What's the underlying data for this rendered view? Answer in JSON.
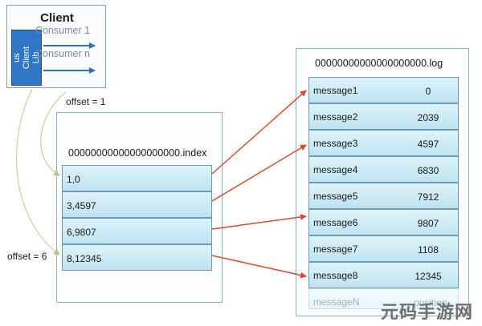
{
  "client": {
    "title": "Client",
    "lib_label": "us\nClient\nLib",
    "consumers": [
      "Consumer 1",
      "Consumer n"
    ]
  },
  "offsets": [
    "offset = 1",
    "offset = 6"
  ],
  "index_file": {
    "filename": "00000000000000000000.index",
    "entries": [
      "1,0",
      "3,4597",
      "6,9807",
      "8,12345"
    ]
  },
  "log_file": {
    "filename": "00000000000000000000.log",
    "messages": [
      {
        "name": "message1",
        "position": "0"
      },
      {
        "name": "message2",
        "position": "2039"
      },
      {
        "name": "message3",
        "position": "4597"
      },
      {
        "name": "message4",
        "position": "6830"
      },
      {
        "name": "message5",
        "position": "7912"
      },
      {
        "name": "message6",
        "position": "9807"
      },
      {
        "name": "message7",
        "position": "1108"
      },
      {
        "name": "message8",
        "position": "12345"
      },
      {
        "name": "messageN",
        "position": "position"
      }
    ]
  },
  "watermark": "元码手游网",
  "colors": {
    "pointer_arrow": "#d64a2e",
    "consumer_arrow": "#2f6fb5",
    "offset_curve": "#c7d09a",
    "lib_block": "#2f76c6"
  }
}
